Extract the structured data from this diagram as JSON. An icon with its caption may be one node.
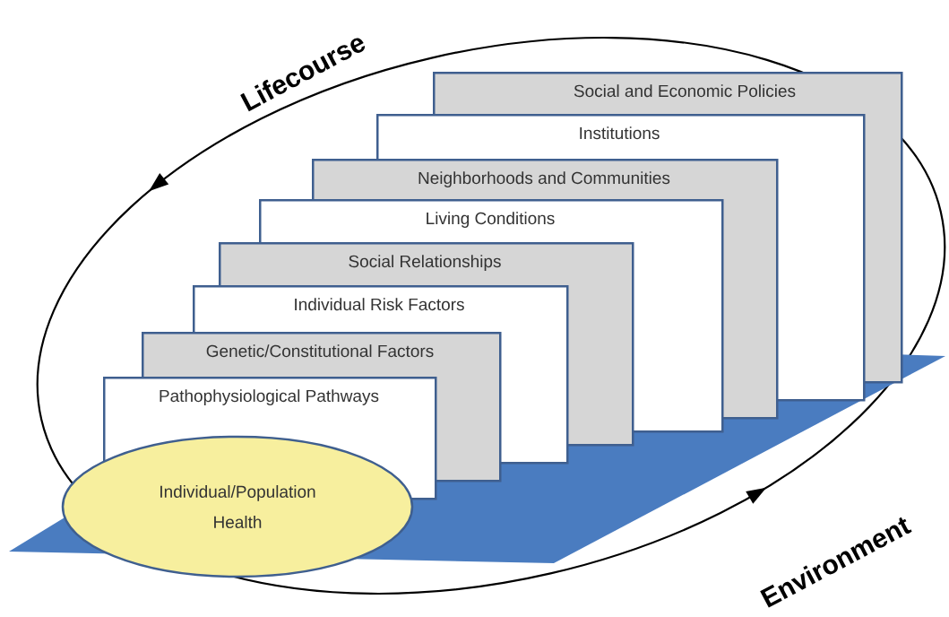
{
  "diagram": {
    "nodes": [
      {
        "text": [
          "Social and Economic Policies"
        ]
      },
      {
        "text": [
          "Institutions"
        ]
      },
      {
        "text": [
          "Neighborhoods and Communities"
        ]
      },
      {
        "text": [
          "Living Conditions"
        ]
      },
      {
        "text": [
          "Social Relationships"
        ]
      },
      {
        "text": [
          "Individual Risk Factors"
        ]
      },
      {
        "text": [
          "Genetic/Constitutional Factors"
        ]
      },
      {
        "text": [
          "Pathophysiological Pathways"
        ]
      },
      {
        "text": [
          "Individual/Population Health"
        ]
      }
    ],
    "labels": [
      "Lifecourse",
      "Environment"
    ]
  }
}
